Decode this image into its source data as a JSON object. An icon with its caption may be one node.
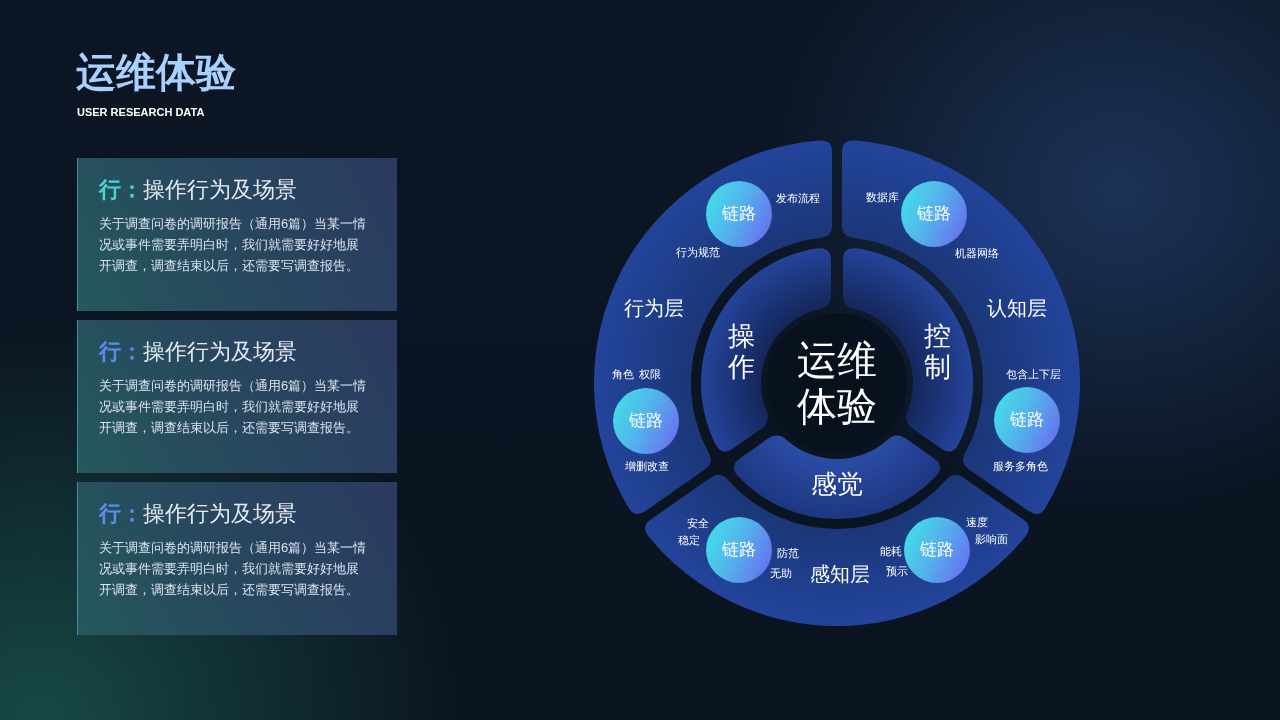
{
  "diagram": {
    "title": "运维体验",
    "nodes": [
      {
        "text": [
          "行：",
          "操作行为及场景",
          "关于调查问卷的调研报告（通用6篇）当某一情况或事件需要弄明白时，我们就需要好好地展开调查，调查结束以后，还需要写调查报告。"
        ]
      },
      {
        "text": [
          "行：",
          "操作行为及场景",
          "关于调查问卷的调研报告（通用6篇）当某一情况或事件需要弄明白时，我们就需要好好地展开调查，调查结束以后，还需要写调查报告。"
        ]
      },
      {
        "text": [
          "行：",
          "操作行为及场景",
          "关于调查问卷的调研报告（通用6篇）当某一情况或事件需要弄明白时，我们就需要好好地展开调查，调查结束以后，还需要写调查报告。"
        ]
      },
      {
        "text": [
          "行为层"
        ]
      },
      {
        "text": [
          "链路"
        ],
        "in": 3,
        "beside": [
          "发布流程",
          "行为规范"
        ]
      },
      {
        "text": [
          "链路"
        ],
        "in": 3,
        "beside": [
          "角色",
          "权限",
          "增删改查"
        ]
      },
      {
        "text": [
          "认知层"
        ]
      },
      {
        "text": [
          "链路"
        ],
        "in": 6,
        "beside": [
          "数据库",
          "机器网络"
        ]
      },
      {
        "text": [
          "链路"
        ],
        "in": 6,
        "beside": [
          "包含上下层",
          "服务多角色"
        ]
      },
      {
        "text": [
          "操作"
        ]
      },
      {
        "text": [
          "运维体验"
        ]
      },
      {
        "text": [
          "控制"
        ]
      },
      {
        "text": [
          "感觉"
        ]
      },
      {
        "text": [
          "感知层"
        ]
      },
      {
        "text": [
          "链路"
        ],
        "in": 13,
        "beside": [
          "安全",
          "稳定",
          "防范",
          "无助"
        ]
      },
      {
        "text": [
          "链路"
        ],
        "in": 13,
        "beside": [
          "速度",
          "影响面",
          "能耗",
          "预示"
        ]
      }
    ],
    "labels": [
      "USER RESEARCH DATA"
    ]
  }
}
